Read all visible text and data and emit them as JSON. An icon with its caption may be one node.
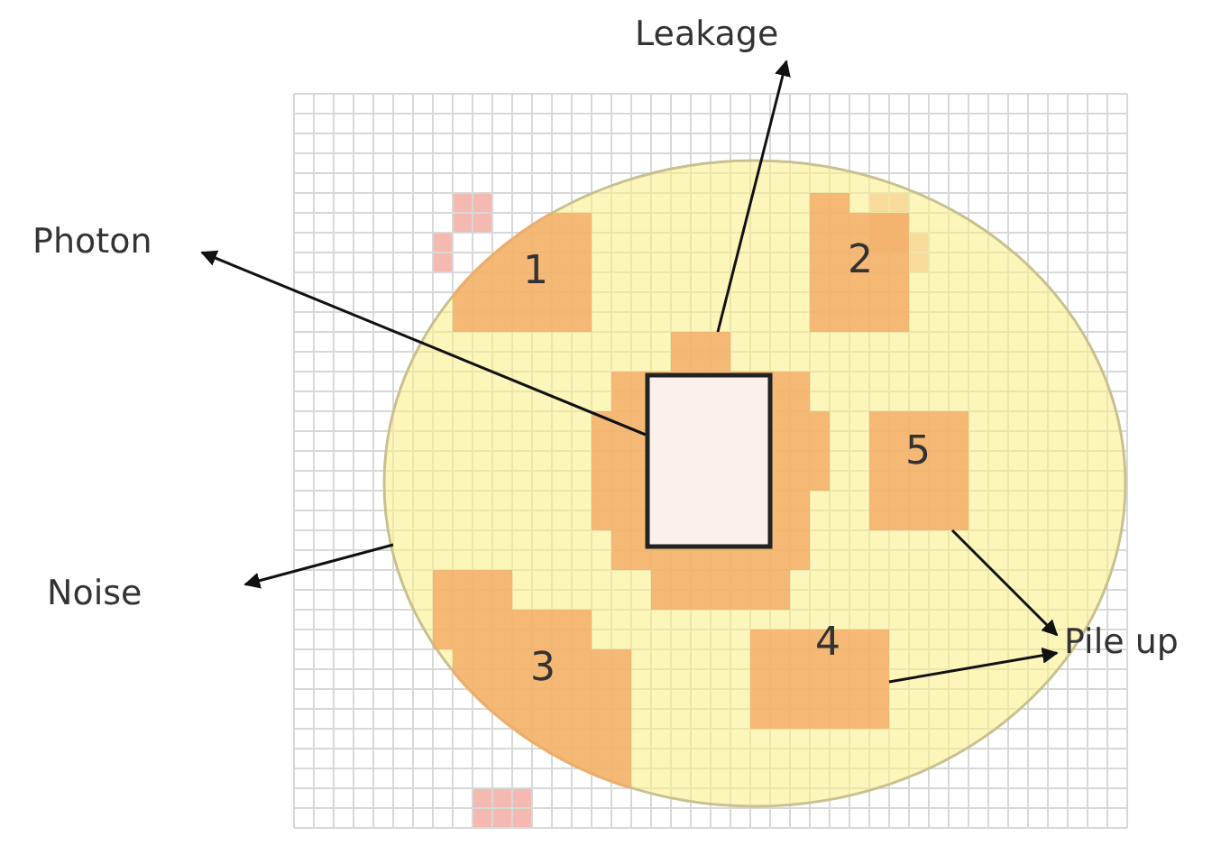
{
  "diagram": {
    "nodes": [
      {
        "text": [
          "Leakage"
        ]
      },
      {
        "text": [
          "Photon"
        ]
      },
      {
        "text": [],
        "shape": "circle"
      },
      {
        "text": [
          "1"
        ],
        "in": 2
      },
      {
        "text": [
          "2"
        ],
        "in": 2
      },
      {
        "text": [],
        "shape": "box",
        "in": 2
      },
      {
        "text": [],
        "shape": "box",
        "in": 5
      },
      {
        "text": [
          "5"
        ],
        "in": 2
      },
      {
        "text": [
          "Noise"
        ]
      },
      {
        "text": [
          "3"
        ],
        "in": 2
      },
      {
        "text": [
          "4"
        ],
        "in": 2
      },
      {
        "text": [
          "Pile up"
        ]
      }
    ],
    "edges": [
      {
        "from": 5,
        "to": 0,
        "arrow": "to"
      },
      {
        "from": 6,
        "to": 1,
        "arrow": "to"
      },
      {
        "from": 2,
        "to": 8,
        "arrow": "to"
      },
      {
        "from": 7,
        "to": 11,
        "arrow": "to"
      },
      {
        "from": 10,
        "to": 11,
        "arrow": "to"
      }
    ]
  }
}
